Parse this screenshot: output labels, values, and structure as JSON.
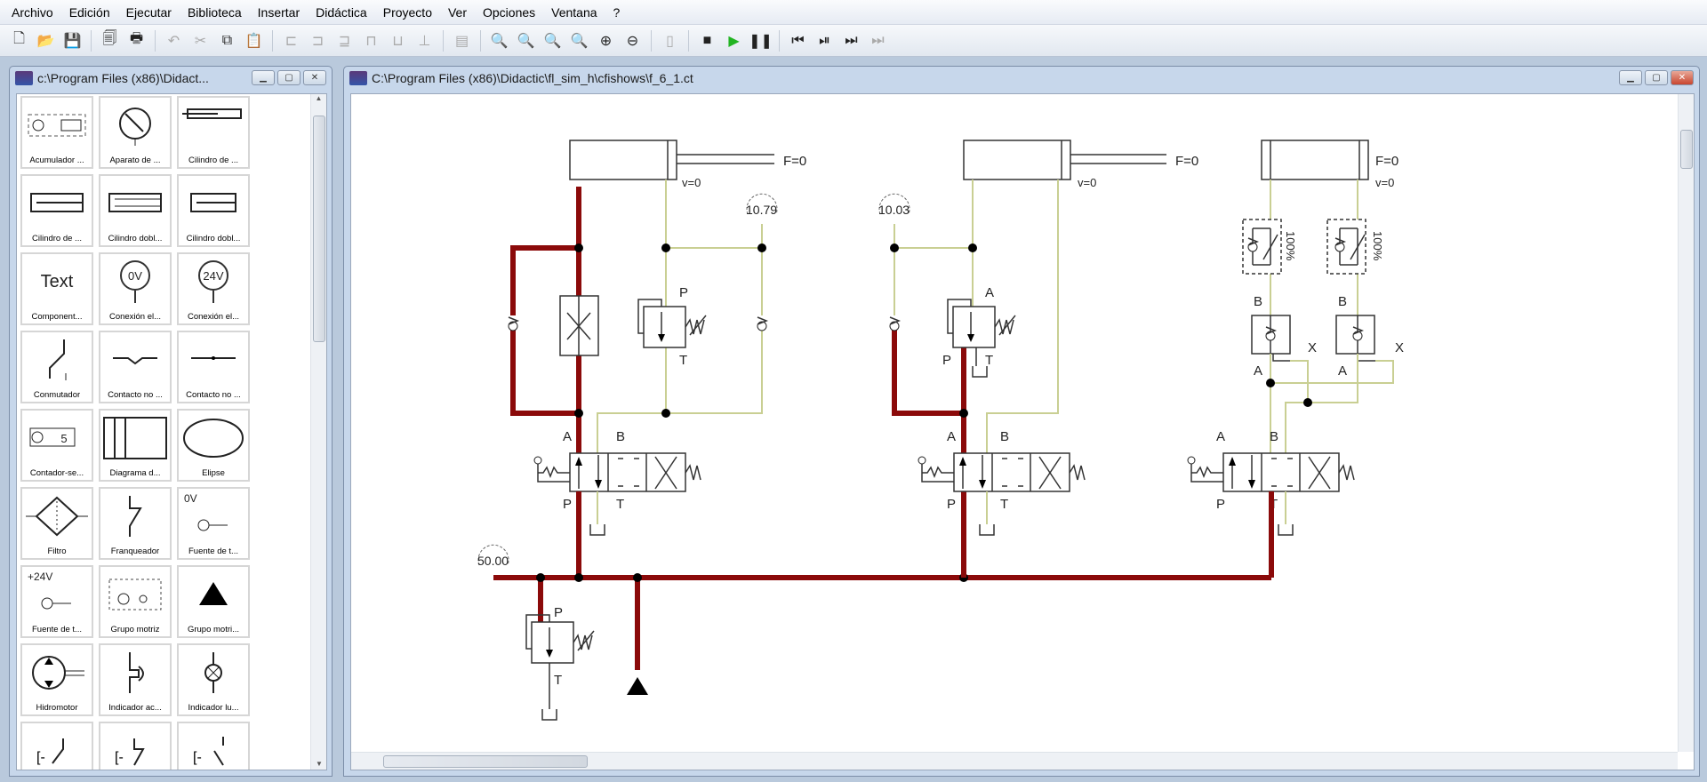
{
  "menu": [
    "Archivo",
    "Edición",
    "Ejecutar",
    "Biblioteca",
    "Insertar",
    "Didáctica",
    "Proyecto",
    "Ver",
    "Opciones",
    "Ventana",
    "?"
  ],
  "toolbar": [
    {
      "icon": "new-file-icon",
      "glyph": "🗋"
    },
    {
      "icon": "open-icon",
      "glyph": "📂"
    },
    {
      "icon": "save-icon",
      "glyph": "💾",
      "disabled": true
    },
    "sep",
    {
      "icon": "page-setup-icon",
      "glyph": "🗐"
    },
    {
      "icon": "print-icon",
      "glyph": "🖶"
    },
    "sep",
    {
      "icon": "undo-icon",
      "glyph": "↶",
      "disabled": true
    },
    {
      "icon": "cut-icon",
      "glyph": "✂",
      "disabled": true
    },
    {
      "icon": "copy-icon",
      "glyph": "⧉"
    },
    {
      "icon": "paste-icon",
      "glyph": "📋",
      "disabled": true
    },
    "sep",
    {
      "icon": "align-left-icon",
      "glyph": "⊏",
      "disabled": true
    },
    {
      "icon": "align-center-icon",
      "glyph": "⊐",
      "disabled": true
    },
    {
      "icon": "align-right-icon",
      "glyph": "⊒",
      "disabled": true
    },
    {
      "icon": "align-top-icon",
      "glyph": "⊓",
      "disabled": true
    },
    {
      "icon": "align-middle-icon",
      "glyph": "⊔",
      "disabled": true
    },
    {
      "icon": "align-bottom-icon",
      "glyph": "⊥",
      "disabled": true
    },
    "sep",
    {
      "icon": "properties-icon",
      "glyph": "▤",
      "disabled": true
    },
    "sep",
    {
      "icon": "zoom-fit-icon",
      "glyph": "🔍"
    },
    {
      "icon": "zoom-window-icon",
      "glyph": "🔍"
    },
    {
      "icon": "zoom-page-icon",
      "glyph": "🔍"
    },
    {
      "icon": "zoom-previous-icon",
      "glyph": "🔍"
    },
    {
      "icon": "zoom-in-icon",
      "glyph": "⊕"
    },
    {
      "icon": "zoom-out-icon",
      "glyph": "⊖"
    },
    "sep",
    {
      "icon": "check-icon",
      "glyph": "▯",
      "disabled": true
    },
    "sep",
    {
      "icon": "stop-icon",
      "glyph": "■"
    },
    {
      "icon": "play-icon",
      "glyph": "▶",
      "color": "#22b422"
    },
    {
      "icon": "pause-icon",
      "glyph": "❚❚"
    },
    "sep",
    {
      "icon": "reset-icon",
      "glyph": "⏮"
    },
    {
      "icon": "step-icon",
      "glyph": "⏯"
    },
    {
      "icon": "step-forward-icon",
      "glyph": "⏭"
    },
    {
      "icon": "fast-forward-icon",
      "glyph": "⏭",
      "disabled": true
    }
  ],
  "library": {
    "title": "c:\\Program Files (x86)\\Didact...",
    "items": [
      "Acumulador ...",
      "Aparato de ...",
      "Cilindro de ...",
      "Cilindro de ...",
      "Cilindro dobl...",
      "Cilindro dobl...",
      "Component...",
      "Conexión el...",
      "Conexión el...",
      "Conmutador",
      "Contacto no ...",
      "Contacto no ...",
      "Contador-se...",
      "Diagrama d...",
      "Elipse",
      "Filtro",
      "Franqueador",
      "Fuente de t...",
      "Fuente de t...",
      "Grupo motriz",
      "Grupo motri...",
      "Hidromotor",
      "Indicador ac...",
      "Indicador lu...",
      "",
      "",
      ""
    ],
    "icon_texts": {
      "text": "Text",
      "ov": "0V",
      "v24": "24V",
      "src0": "0V",
      "src24": "+24V",
      "counter": "5"
    }
  },
  "document": {
    "title": "C:\\Program Files (x86)\\Didactic\\fl_sim_h\\cfishows\\f_6_1.ct",
    "gauges": [
      "10.79",
      "10.03",
      "50.00"
    ],
    "force": "F=0",
    "velocity": "v=0",
    "percent": "100%",
    "ports": {
      "A": "A",
      "B": "B",
      "P": "P",
      "T": "T",
      "X": "X"
    }
  },
  "colors": {
    "pressure": "#8b0a0a",
    "return": "#c9cf93",
    "line": "#333333"
  }
}
